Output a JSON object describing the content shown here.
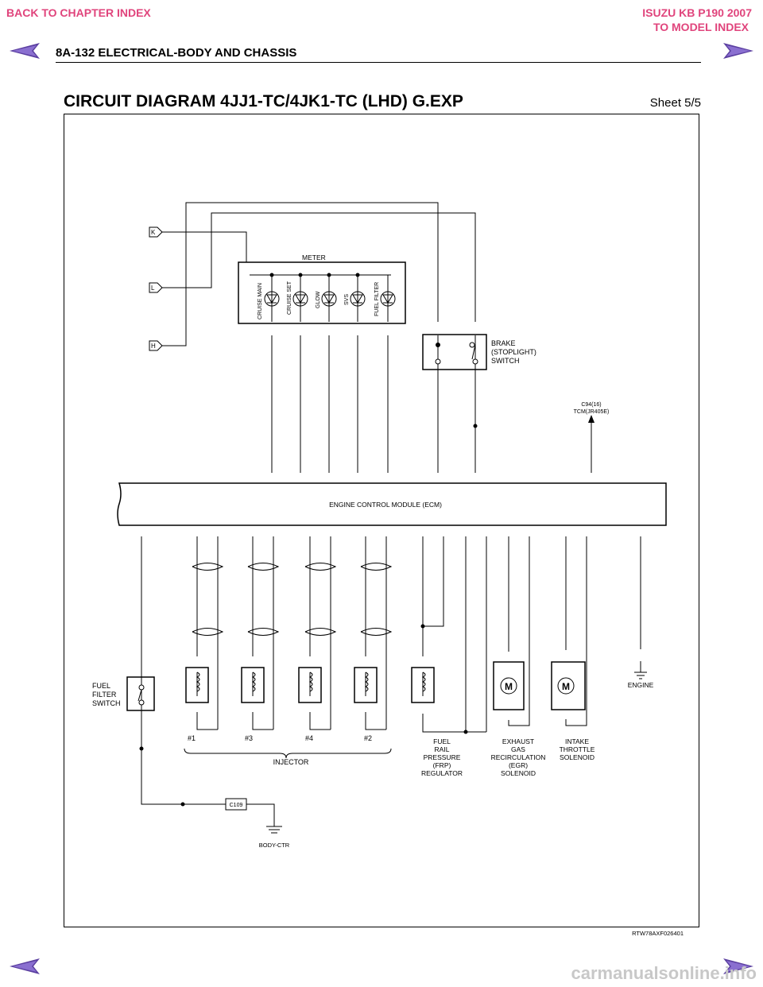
{
  "nav": {
    "back_chapter": "BACK TO CHAPTER INDEX",
    "model_name": "ISUZU KB P190 2007",
    "to_model": "TO MODEL INDEX"
  },
  "header": {
    "section": "8A-132  ELECTRICAL-BODY AND CHASSIS",
    "title": "CIRCUIT DIAGRAM 4JJ1-TC/4JK1-TC (LHD) G.EXP",
    "sheet": "Sheet 5/5"
  },
  "diagram": {
    "meter_label": "METER",
    "meter_lamps": [
      "CRUISE MAIN",
      "CRUISE SET",
      "GLOW",
      "SVS",
      "FUEL FILTER"
    ],
    "brake_label": [
      "BRAKE",
      "(STOPLIGHT)",
      "SWITCH"
    ],
    "ecm_label": "ENGINE CONTROL MODULE (ECM)",
    "tcm_label": [
      "C94(16)",
      "TCM(JR405E)"
    ],
    "fuel_filter_switch": [
      "FUEL",
      "FILTER",
      "SWITCH"
    ],
    "injector_label": "INJECTOR",
    "injector_numbers": [
      "#1",
      "#3",
      "#4",
      "#2"
    ],
    "frp_label": [
      "FUEL",
      "RAIL",
      "PRESSURE",
      "(FRP)",
      "REGULATOR"
    ],
    "egr_label": [
      "EXHAUST",
      "GAS",
      "RECIRCULATION",
      "(EGR)",
      "SOLENOID"
    ],
    "intake_label": [
      "INTAKE",
      "THROTTLE",
      "SOLENOID"
    ],
    "engine_label": "ENGINE",
    "body_ground": "BODY-CTR",
    "ground_connector": "C109",
    "ref_code": "RTW78AXF026401",
    "offpage": [
      "K",
      "L",
      "H"
    ]
  },
  "watermark": "carmanualsonline.info",
  "colors": {
    "link": "#e0447c",
    "nav_arrow": "#5b3fa0"
  }
}
